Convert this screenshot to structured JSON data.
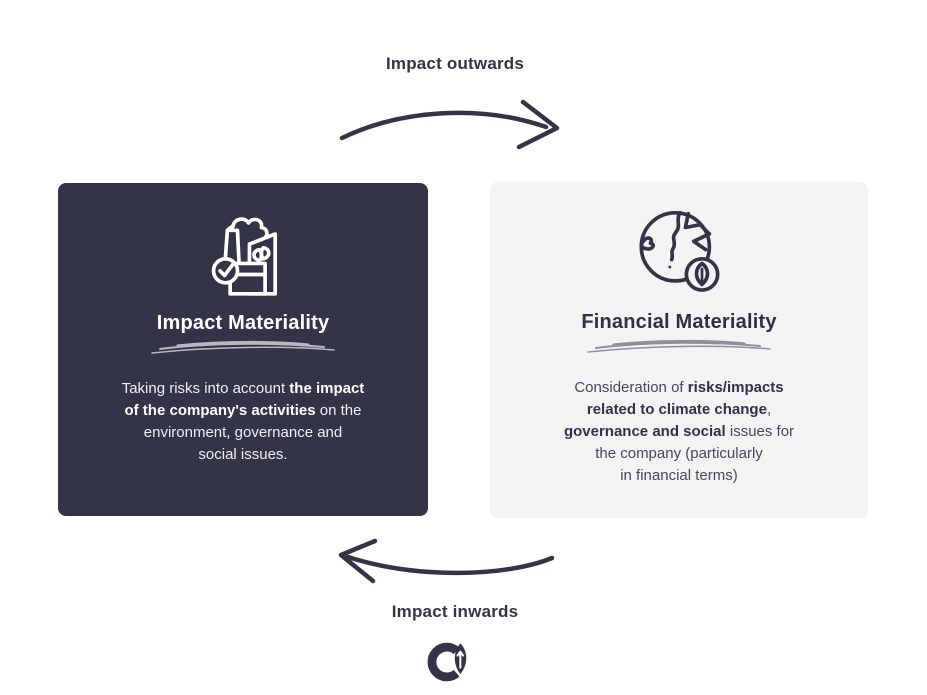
{
  "colors": {
    "navy": "#333447",
    "card_dark_bg": "#333447",
    "card_light_bg": "#f3f3f4",
    "scribble_light": "#c6c7ce",
    "scribble_gray": "#8f8f99"
  },
  "arrows": {
    "top": {
      "label": "Impact outwards",
      "direction": "right"
    },
    "bottom": {
      "label": "Impact inwards",
      "direction": "left"
    }
  },
  "cards": [
    {
      "id": "impact-materiality",
      "icon": "factory-eco-icon",
      "title": "Impact Materiality",
      "theme": "dark",
      "body": [
        {
          "t": "Taking risks into account ",
          "b": false
        },
        {
          "t": "the impact",
          "b": true,
          "br": true
        },
        {
          "t": "of the company's activities",
          "b": true
        },
        {
          "t": " on the",
          "b": false,
          "br": true
        },
        {
          "t": "environment, governance and",
          "b": false,
          "br": true
        },
        {
          "t": "social issues.",
          "b": false
        }
      ]
    },
    {
      "id": "financial-materiality",
      "icon": "globe-leaf-icon",
      "title": "Financial Materiality",
      "theme": "light",
      "body": [
        {
          "t": "Consideration of ",
          "b": false
        },
        {
          "t": "risks/impacts",
          "b": true,
          "br": true
        },
        {
          "t": "related to climate change",
          "b": true
        },
        {
          "t": ",",
          "b": false,
          "br": true
        },
        {
          "t": "governance and social",
          "b": true
        },
        {
          "t": " issues for",
          "b": false,
          "br": true
        },
        {
          "t": "the company (particularly",
          "b": false,
          "br": true
        },
        {
          "t": "in financial terms)",
          "b": false
        }
      ]
    }
  ],
  "logo": {
    "glyph": "c-leaf-mark"
  }
}
